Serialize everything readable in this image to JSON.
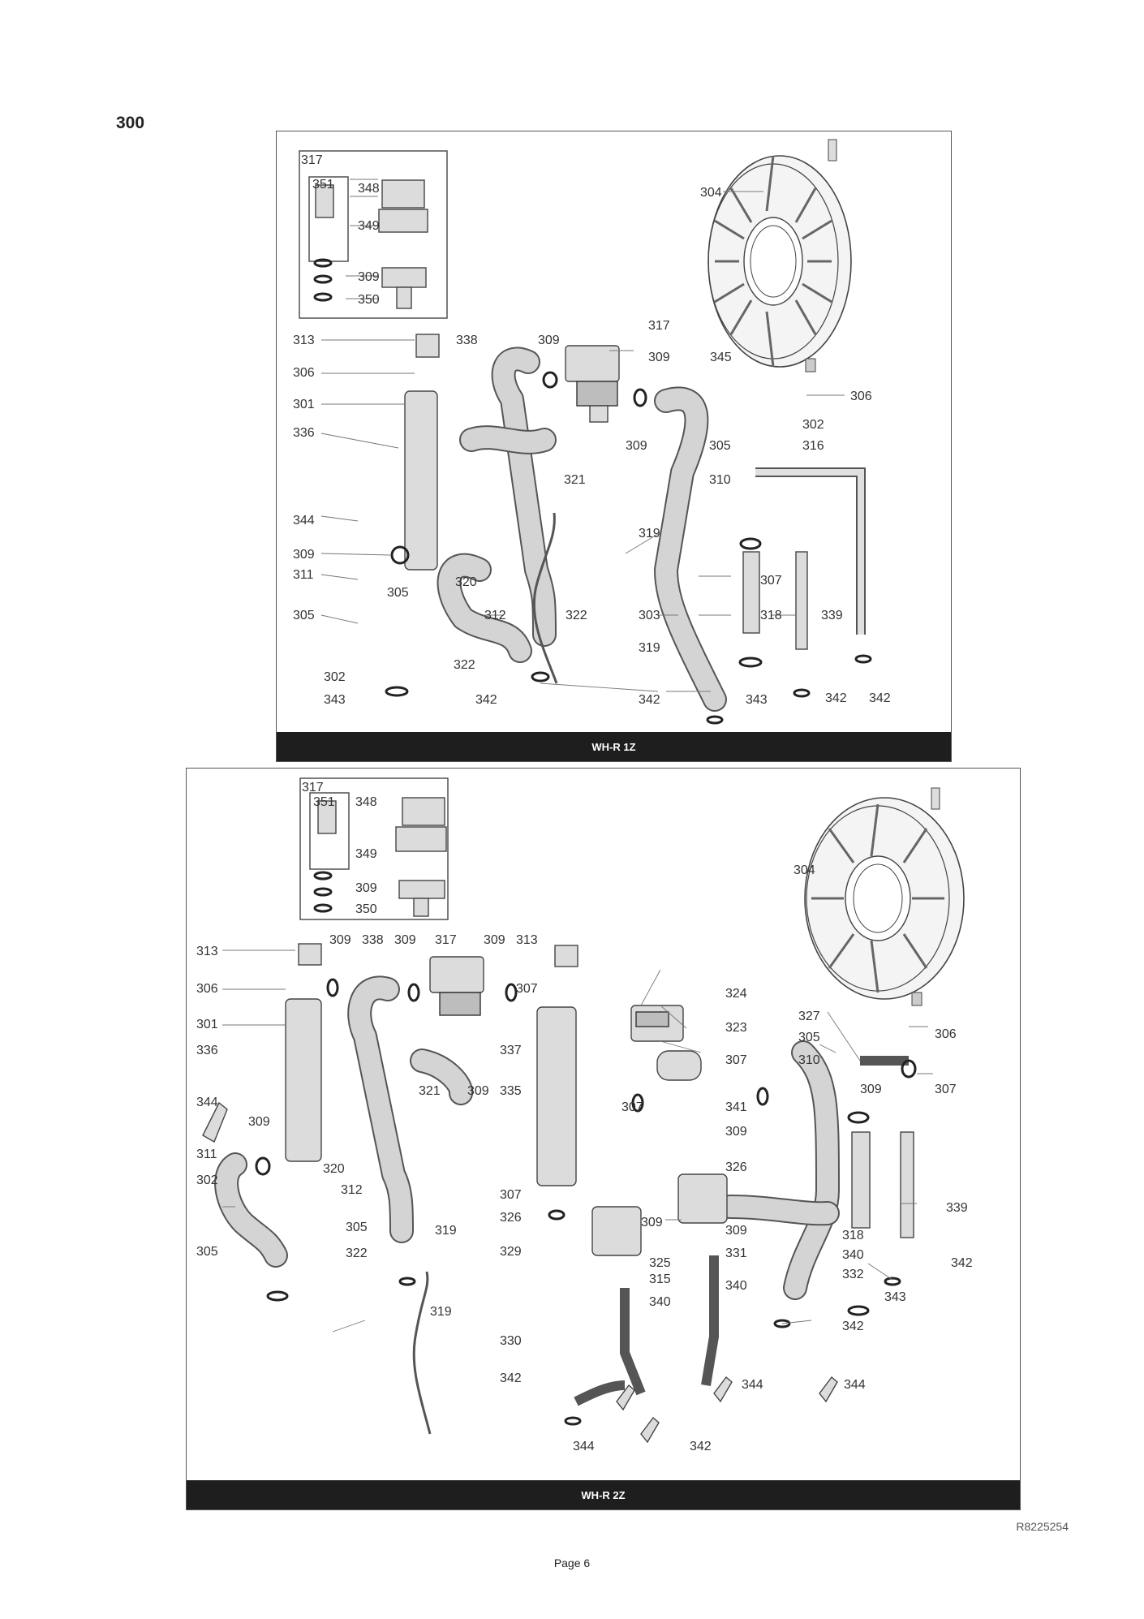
{
  "section_number": "300",
  "reference_code": "R8225254",
  "page_label": "Page 6",
  "panel_1": {
    "title": "WH-R 1Z",
    "labels": [
      "317",
      "351",
      "348",
      "349",
      "309",
      "350",
      "304",
      "313",
      "338",
      "309",
      "317",
      "309",
      "345",
      "306",
      "306",
      "301",
      "302",
      "305",
      "316",
      "336",
      "309",
      "321",
      "310",
      "344",
      "319",
      "309",
      "311",
      "320",
      "307",
      "305",
      "305",
      "312",
      "322",
      "303",
      "318",
      "339",
      "319",
      "322",
      "302",
      "343",
      "342",
      "342",
      "343",
      "342",
      "342"
    ]
  },
  "panel_2": {
    "title": "WH-R 2Z",
    "labels": [
      "317",
      "351",
      "348",
      "349",
      "309",
      "350",
      "304",
      "313",
      "309",
      "338",
      "309",
      "317",
      "309",
      "313",
      "306",
      "307",
      "324",
      "301",
      "323",
      "327",
      "305",
      "306",
      "336",
      "337",
      "307",
      "310",
      "309",
      "307",
      "321",
      "309",
      "335",
      "344",
      "309",
      "341",
      "307",
      "309",
      "311",
      "320",
      "326",
      "302",
      "312",
      "307",
      "326",
      "309",
      "309",
      "339",
      "305",
      "319",
      "329",
      "331",
      "318",
      "305",
      "322",
      "340",
      "342",
      "325",
      "315",
      "332",
      "343",
      "340",
      "340",
      "342",
      "330",
      "342",
      "344",
      "344",
      "344",
      "342",
      "319"
    ]
  }
}
